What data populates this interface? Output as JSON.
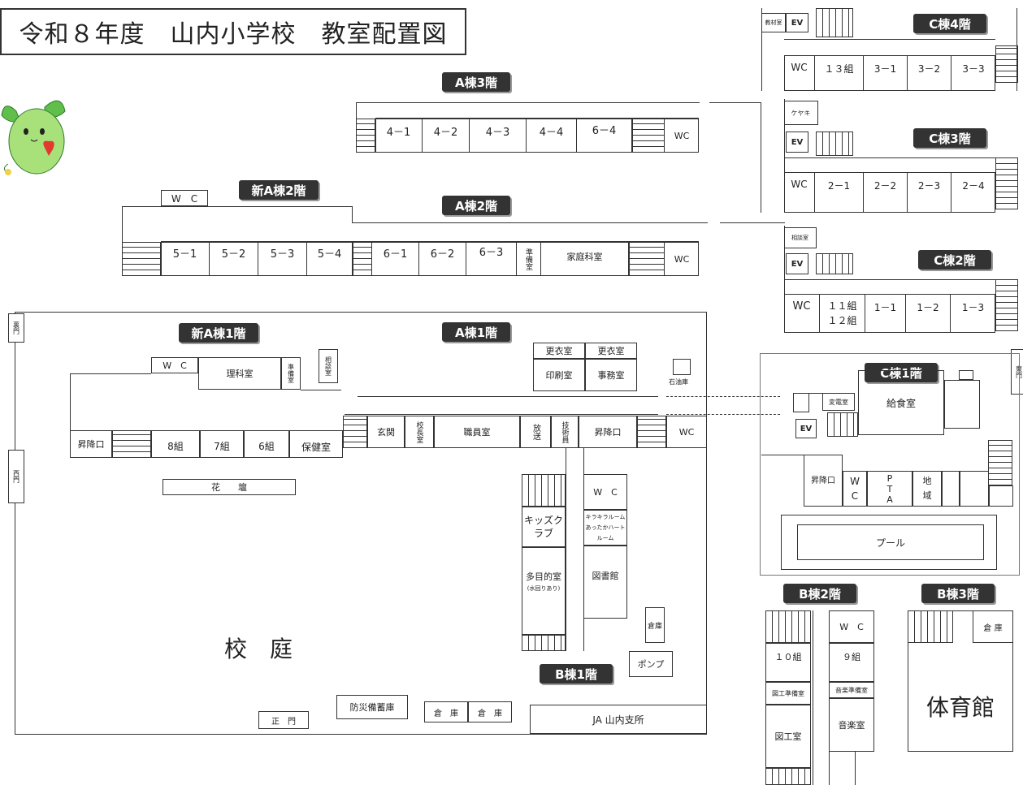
{
  "title": "令和８年度　山内小学校　教室配置図",
  "floors": {
    "a3": "A棟3階",
    "a2": "A棟2階",
    "a1": "A棟1階",
    "new_a2": "新A棟2階",
    "new_a1": "新A棟1階",
    "c4": "C棟4階",
    "c3": "C棟3階",
    "c2": "C棟2階",
    "c1": "C棟1階",
    "b1": "B棟1階",
    "b2": "B棟2階",
    "b3": "B棟3階"
  },
  "a3_rooms": [
    "4－1",
    "4－2",
    "4－3",
    "4－4",
    "6－4"
  ],
  "a3_wc": "WC",
  "a2_rooms": [
    "5－1",
    "5－2",
    "5－3",
    "5－4",
    "6－1",
    "6－2",
    "6－3"
  ],
  "a2_prep": "準備室",
  "a2_home": "家庭科室",
  "a2_wc": "WC",
  "new_a2_wc": "W　C",
  "c4_rooms": [
    "WC",
    "１３組",
    "3－1",
    "3－2",
    "3－3"
  ],
  "c4_top": [
    "教材室",
    "EV"
  ],
  "c3_rooms": [
    "WC",
    "2－1",
    "2－2",
    "2－3",
    "2－4"
  ],
  "c3_top": [
    "ケヤキ",
    "EV"
  ],
  "c2_rooms": [
    "WC",
    "１１組\n１２組",
    "1－1",
    "1－2",
    "1－3"
  ],
  "c2_top": [
    "相談室",
    "EV"
  ],
  "a1": {
    "gym_change": [
      "更衣室",
      "更衣室"
    ],
    "print": "印刷室",
    "office": "事務室",
    "oil": "石油庫",
    "entrance": "玄関",
    "principal": "校長室",
    "staff": "職員室",
    "broadcast": "放送",
    "tech": "技術員",
    "stairs_entry": "昇降口",
    "wc": "WC"
  },
  "new_a1": {
    "wc": "W　C",
    "science": "理科室",
    "prep": "準備室",
    "nurse_office": "相談室",
    "entry": "昇降口",
    "rooms": [
      "8組",
      "7組",
      "6組"
    ],
    "health": "保健室",
    "flowerbed": "花　　壇"
  },
  "gates": {
    "north": "裏門",
    "west": "西門",
    "main": "正　門",
    "east": "東門"
  },
  "b1": {
    "wc": "W　C",
    "kids": "キッズクラブ",
    "heart": "キラキラルーム あったかハートルーム",
    "multi": "多目的室",
    "multi_note": "(水回りあり)",
    "library": "図書館",
    "storage": "倉庫",
    "pump": "ポンプ"
  },
  "yard": "校　庭",
  "bottom": {
    "disaster": "防災備蓄庫",
    "store1": "倉　庫",
    "store2": "倉　庫",
    "ja": "JA 山内支所"
  },
  "c1": {
    "transformer": "変電室",
    "ev": "EV",
    "kitchen": "給食室",
    "entry": "昇降口",
    "wc": "W\nC",
    "pta": "P\nT\nA",
    "local": "地\n域",
    "pool": "プール"
  },
  "b2": {
    "wc": "W　C",
    "r10": "１０組",
    "r9": "９組",
    "art_prep": "図工準備室",
    "music_prep": "音楽準備室",
    "music": "音楽室",
    "art": "図工室"
  },
  "b3": {
    "storage": "倉 庫",
    "gym": "体育館"
  }
}
